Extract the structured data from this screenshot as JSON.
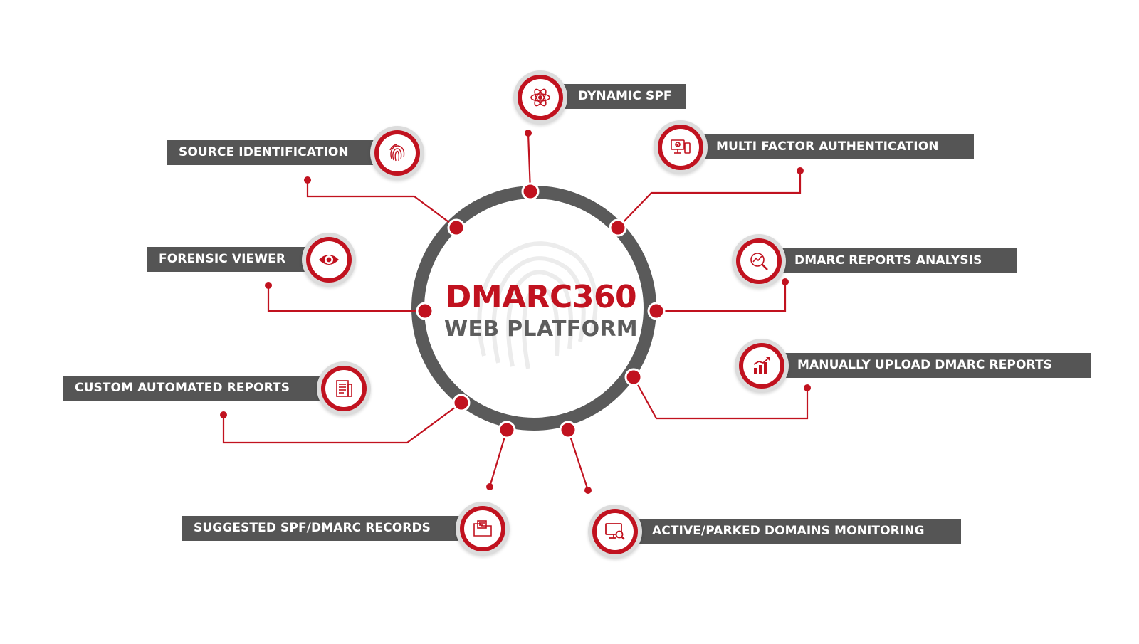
{
  "center": {
    "title": "DMARC360",
    "subtitle": "WEB PLATFORM"
  },
  "colors": {
    "accent": "#c1121f",
    "ring": "#5a5a5a",
    "label_bg": "#555555",
    "label_text": "#ffffff",
    "subtitle": "#5d5d5d"
  },
  "features": [
    {
      "label": "DYNAMIC SPF",
      "icon": "atom-icon"
    },
    {
      "label": "MULTI FACTOR AUTHENTICATION",
      "icon": "computer-lock-icon"
    },
    {
      "label": "DMARC REPORTS ANALYSIS",
      "icon": "analysis-magnifier-icon"
    },
    {
      "label": "MANUALLY UPLOAD DMARC REPORTS",
      "icon": "bar-chart-icon"
    },
    {
      "label": "ACTIVE/PARKED DOMAINS MONITORING",
      "icon": "monitor-search-icon"
    },
    {
      "label": "SUGGESTED SPF/DMARC RECORDS",
      "icon": "folder-document-icon"
    },
    {
      "label": "CUSTOM AUTOMATED REPORTS",
      "icon": "report-document-icon"
    },
    {
      "label": "FORENSIC VIEWER",
      "icon": "eye-icon"
    },
    {
      "label": "SOURCE IDENTIFICATION",
      "icon": "fingerprint-icon"
    }
  ]
}
